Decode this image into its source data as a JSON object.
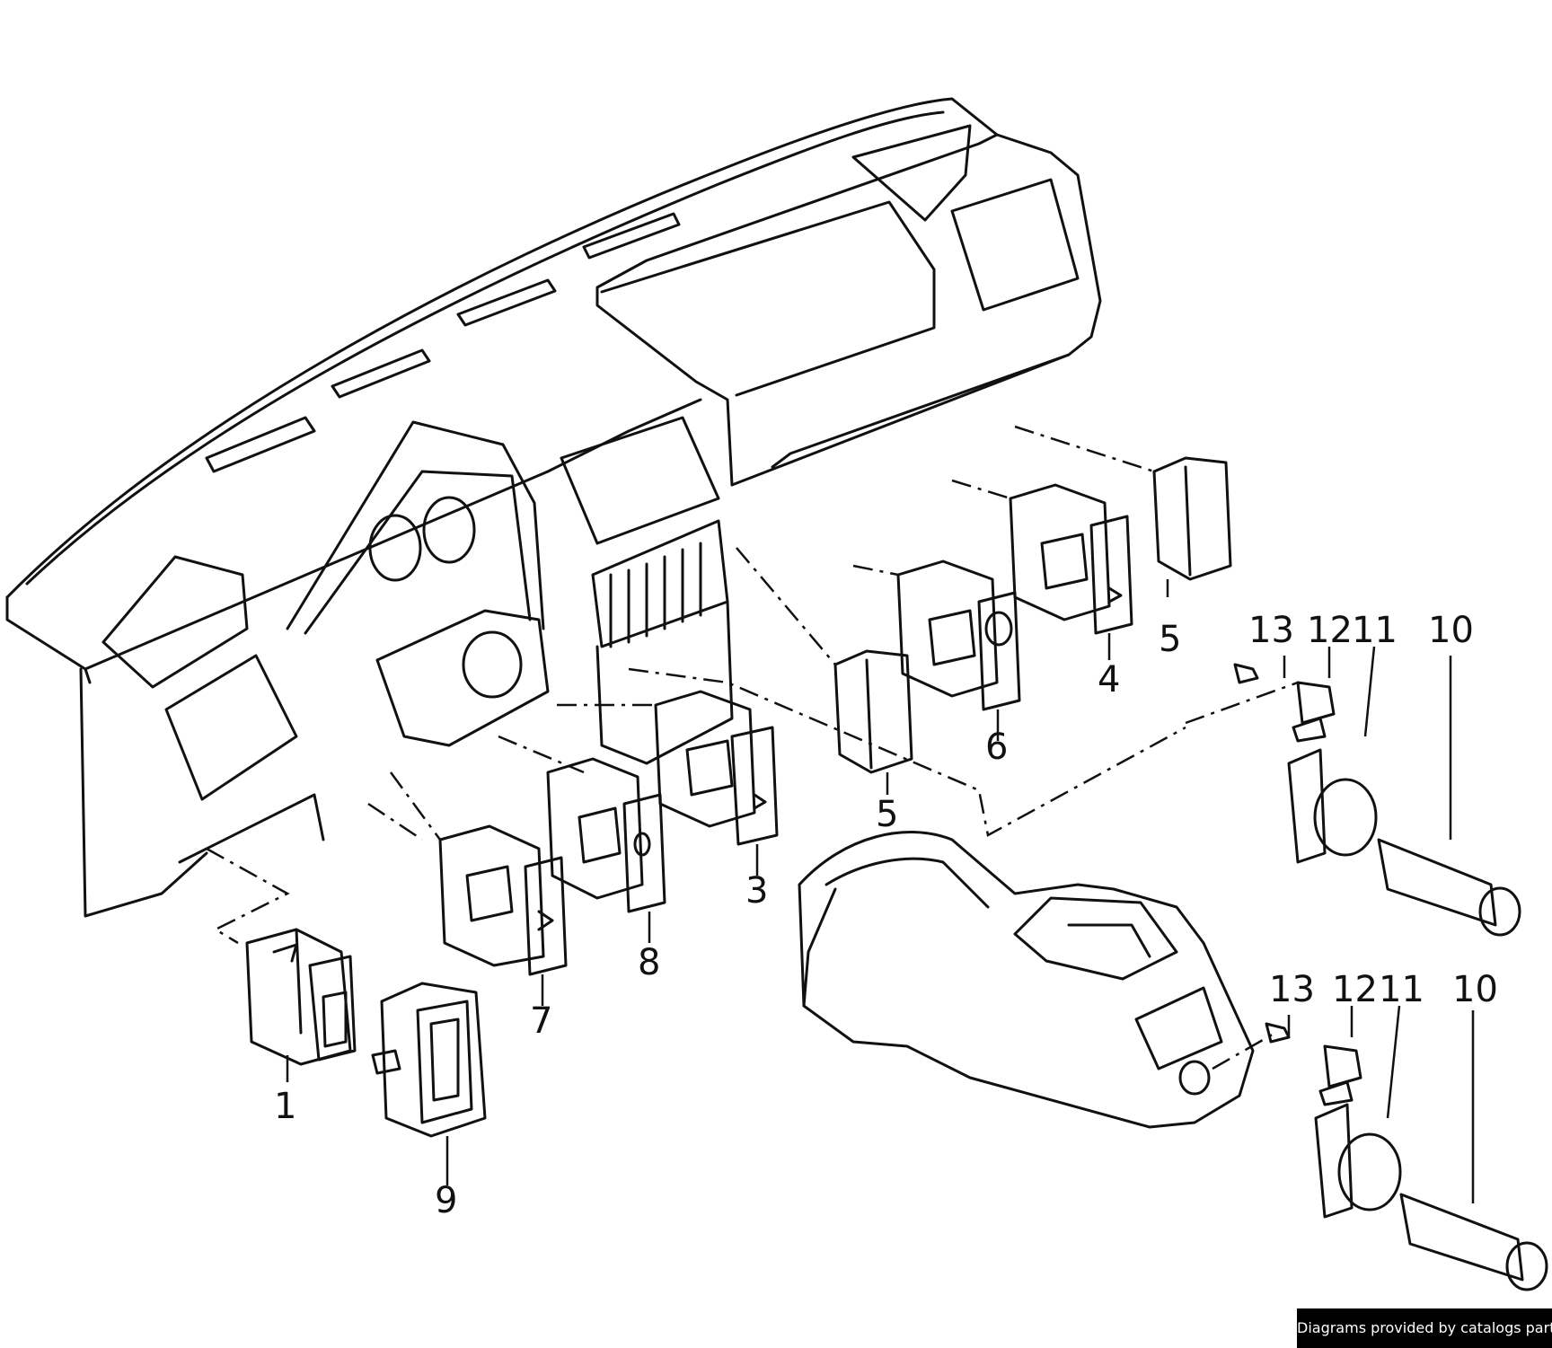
{
  "diagram": {
    "callouts": {
      "c1": "1",
      "c3": "3",
      "c4": "4",
      "c5a": "5",
      "c5b": "5",
      "c6": "6",
      "c7": "7",
      "c8": "8",
      "c9": "9",
      "c10a": "10",
      "c10b": "10",
      "c11a": "11",
      "c11b": "11",
      "c12a": "12",
      "c12b": "12",
      "c13a": "13",
      "c13b": "13"
    }
  },
  "credit": "Diagrams provided by catalogs parts",
  "colors": {
    "line": "#111111",
    "background": "#ffffff",
    "credit_bg": "#000000",
    "credit_text": "#ffffff"
  }
}
